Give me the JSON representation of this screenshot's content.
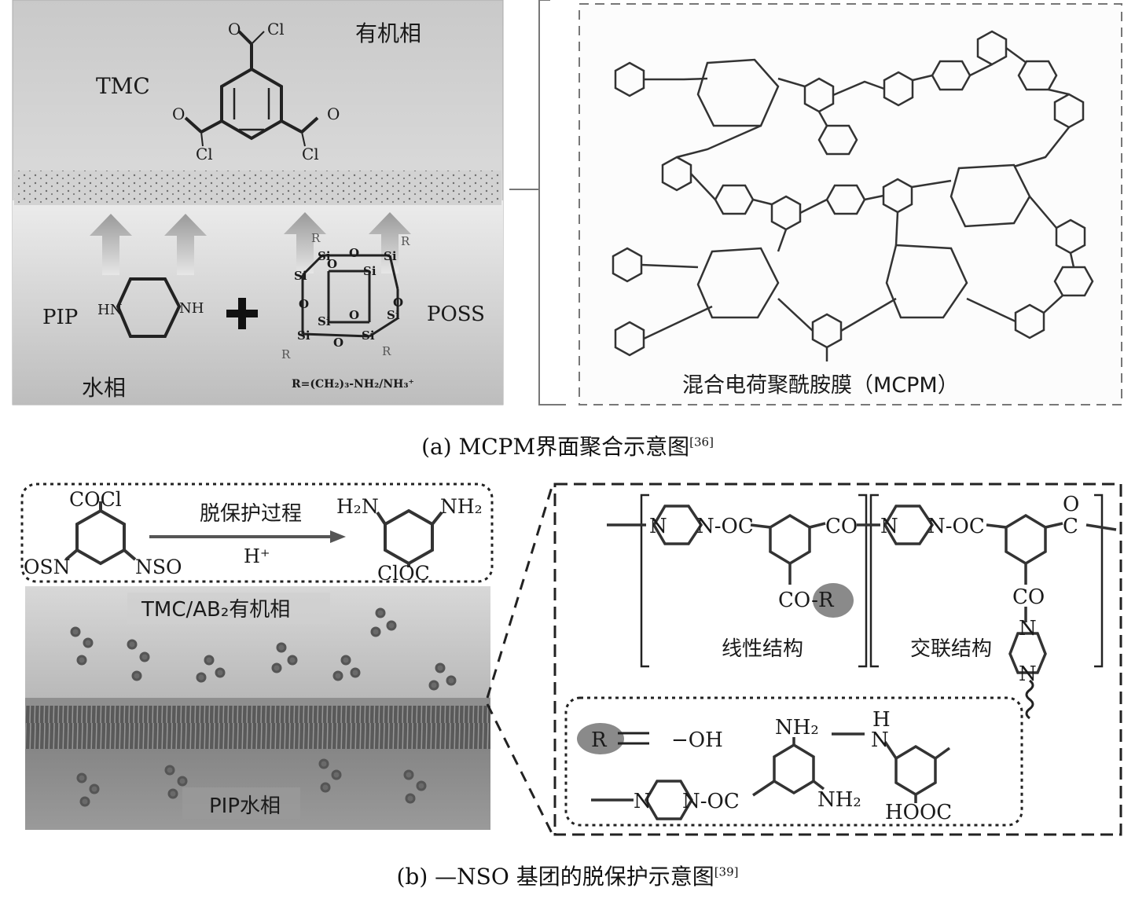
{
  "panel_a": {
    "caption_text": "(a) MCPM界面聚合示意图",
    "caption_ref": "[36]",
    "organic_phase": "有机相",
    "aqueous_phase": "水相",
    "tmc": "TMC",
    "pip": "PIP",
    "poss": "POSS",
    "r_group": "R=(CH₂)₃-NH₂/NH₃⁺",
    "membrane_label": "混合电荷聚酰胺膜（MCPM）",
    "atom_o": "O",
    "atom_cl": "Cl",
    "atom_hn": "HN",
    "atom_nh": "NH",
    "atom_si": "Si",
    "atom_r": "R"
  },
  "panel_b": {
    "caption_text": "(b) —NSO 基团的脱保护示意图",
    "caption_ref": "[39]",
    "process": "脱保护过程",
    "acid": "H⁺",
    "cocl": "COCl",
    "osn": "OSN",
    "nso": "NSO",
    "h2n": "H₂N",
    "nh2": "NH₂",
    "cloc": "ClOC",
    "organic_phase": "TMC/AB₂有机相",
    "aqueous_phase": "PIP水相",
    "linear": "线性结构",
    "crosslinked": "交联结构",
    "n": "N",
    "noc": "N-OC",
    "co": "CO",
    "cor": "CO-R",
    "c": "C",
    "o": "O",
    "r": "R",
    "oh": "−OH",
    "h": "H",
    "hooc": "HOOC"
  }
}
